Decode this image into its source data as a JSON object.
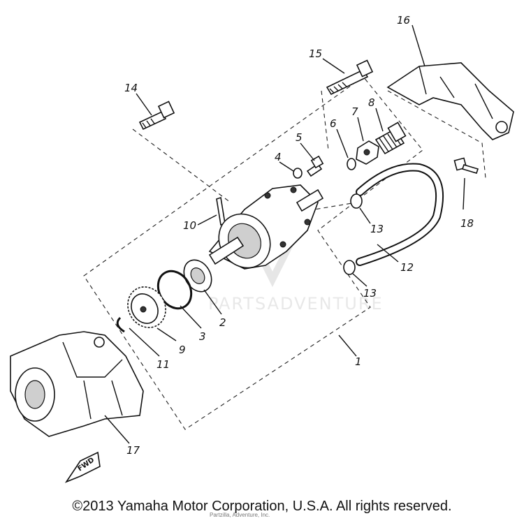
{
  "watermark": "PARTSADVENTURE",
  "fwd_label": "FWD",
  "copyright": "©2013 Yamaha Motor Corporation, U.S.A. All rights reserved.",
  "subnote": "Partzilla, Adventure, Inc.",
  "parts": [
    {
      "id": "1",
      "label": "1"
    },
    {
      "id": "2",
      "label": "2"
    },
    {
      "id": "3",
      "label": "3"
    },
    {
      "id": "4",
      "label": "4"
    },
    {
      "id": "5",
      "label": "5"
    },
    {
      "id": "6",
      "label": "6"
    },
    {
      "id": "7",
      "label": "7"
    },
    {
      "id": "8",
      "label": "8"
    },
    {
      "id": "9",
      "label": "9"
    },
    {
      "id": "10",
      "label": "10"
    },
    {
      "id": "11",
      "label": "11"
    },
    {
      "id": "12",
      "label": "12"
    },
    {
      "id": "13a",
      "label": "13"
    },
    {
      "id": "13b",
      "label": "13"
    },
    {
      "id": "14",
      "label": "14"
    },
    {
      "id": "15",
      "label": "15"
    },
    {
      "id": "16",
      "label": "16"
    },
    {
      "id": "17",
      "label": "17"
    },
    {
      "id": "18",
      "label": "18"
    }
  ]
}
